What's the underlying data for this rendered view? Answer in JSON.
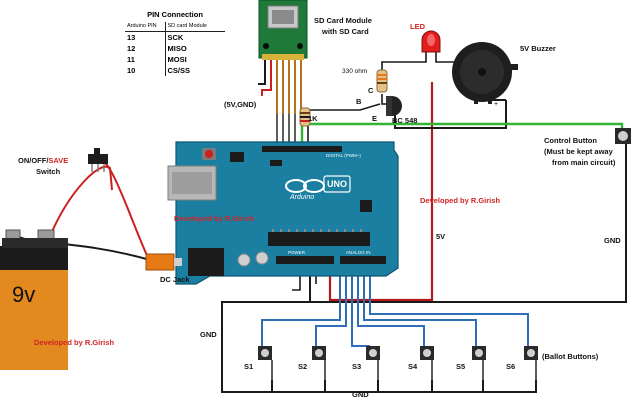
{
  "pin_table": {
    "title": "PIN Connection",
    "headers": [
      "Arduino PIN",
      "SD card Module"
    ],
    "rows": [
      [
        "13",
        "SCK"
      ],
      [
        "12",
        "MISO"
      ],
      [
        "11",
        "MOSI"
      ],
      [
        "10",
        "CS/SS"
      ]
    ]
  },
  "labels": {
    "sd_module": "SD Card Module",
    "sd_module_2": "with SD Card",
    "led": "LED",
    "buzzer": "5V Buzzer",
    "resistor_330": "330 ohm",
    "res_1k": "1K",
    "pin_c": "C",
    "pin_b": "B",
    "pin_e": "E",
    "transistor": "BC 548",
    "power_5v_gnd": "(5V,GND)",
    "switch_a": "ON/OFF/",
    "switch_b": "SAVE",
    "switch_c": "Switch",
    "control_button": "Control Button",
    "control_note_1": "(Must be kept away",
    "control_note_2": "from main circuit)",
    "dc_jack": "DC Jack",
    "battery": "9v",
    "developed_1": "Developed by R.Girish",
    "developed_2": "Developed by R.Girish",
    "developed_3": "Developed by R.Girish",
    "v5": "5V",
    "gnd_right": "GND",
    "gnd_left": "GND",
    "gnd_bottom": "GND",
    "ballot": "(Ballot Buttons)",
    "s1": "S1",
    "s2": "S2",
    "s3": "S3",
    "s4": "S4",
    "s5": "S5",
    "s6": "S6",
    "arduino_brand": "Arduino",
    "arduino_model": "UNO",
    "digital": "DIGITAL (PWM~)",
    "analog": "ANALOG IN",
    "power": "POWER"
  }
}
